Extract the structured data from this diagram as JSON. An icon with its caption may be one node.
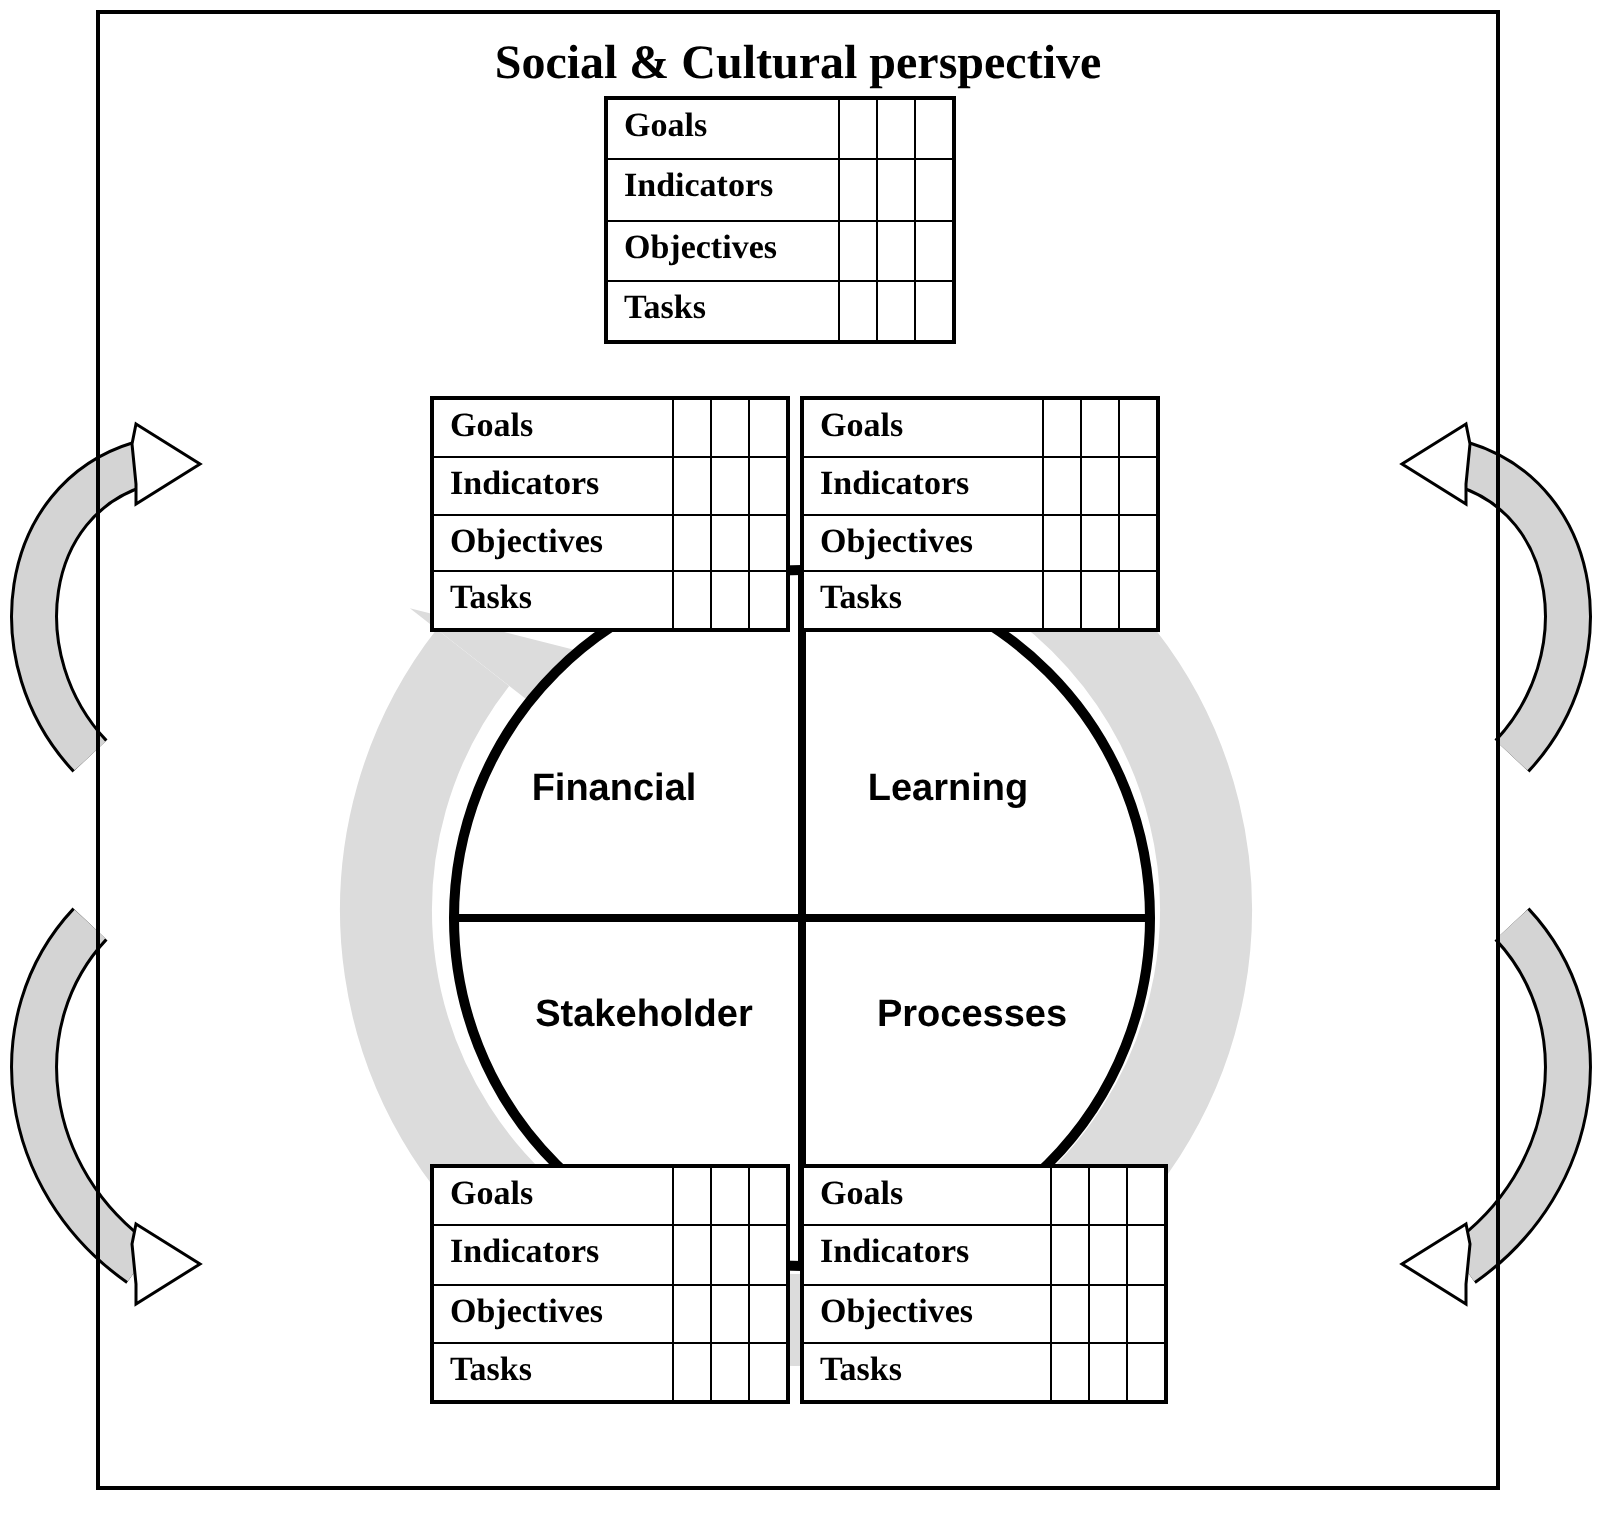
{
  "diagram": {
    "nodes": [
      {
        "text": [
          "Social & Cultural perspective"
        ]
      },
      {
        "text": [
          "Goals",
          "Indicators",
          "Objectives",
          "Tasks"
        ],
        "in": 0
      },
      {
        "text": [
          "Goals",
          "Indicators",
          "Objectives",
          "Tasks"
        ],
        "in": 0
      },
      {
        "text": [
          "Goals",
          "Indicators",
          "Objectives",
          "Tasks"
        ],
        "in": 0
      },
      {
        "text": [],
        "shape": "circle",
        "in": 0
      },
      {
        "text": [
          "Financial"
        ],
        "in": 4
      },
      {
        "text": [
          "Learning"
        ],
        "in": 4
      },
      {
        "text": [
          "Stakeholder"
        ],
        "in": 4
      },
      {
        "text": [
          "Processes"
        ],
        "in": 4
      },
      {
        "text": [
          "Goals",
          "Indicators",
          "Objectives",
          "Tasks"
        ],
        "in": 0
      },
      {
        "text": [
          "Goals",
          "Indicators",
          "Objectives",
          "Tasks"
        ],
        "in": 0
      }
    ],
    "edges": []
  }
}
